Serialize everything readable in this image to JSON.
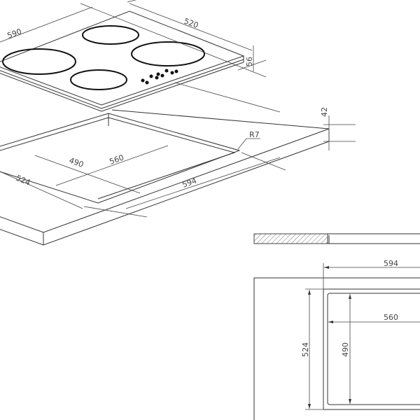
{
  "hob": {
    "width_label": "590",
    "depth_label": "520",
    "height_label": "56"
  },
  "worktop": {
    "thickness_label": "42",
    "radius_label": "R7",
    "cutout_depth_label": "490",
    "cutout_width_label": "560",
    "outer_depth_label": "524",
    "outer_width_label": "594"
  },
  "plan_view": {
    "outer_width_label": "594",
    "cutout_width_label": "560",
    "outer_depth_label": "524",
    "cutout_depth_label": "490"
  },
  "colors": {
    "line": "#333333",
    "edge_accent": "#6a9a5a"
  }
}
